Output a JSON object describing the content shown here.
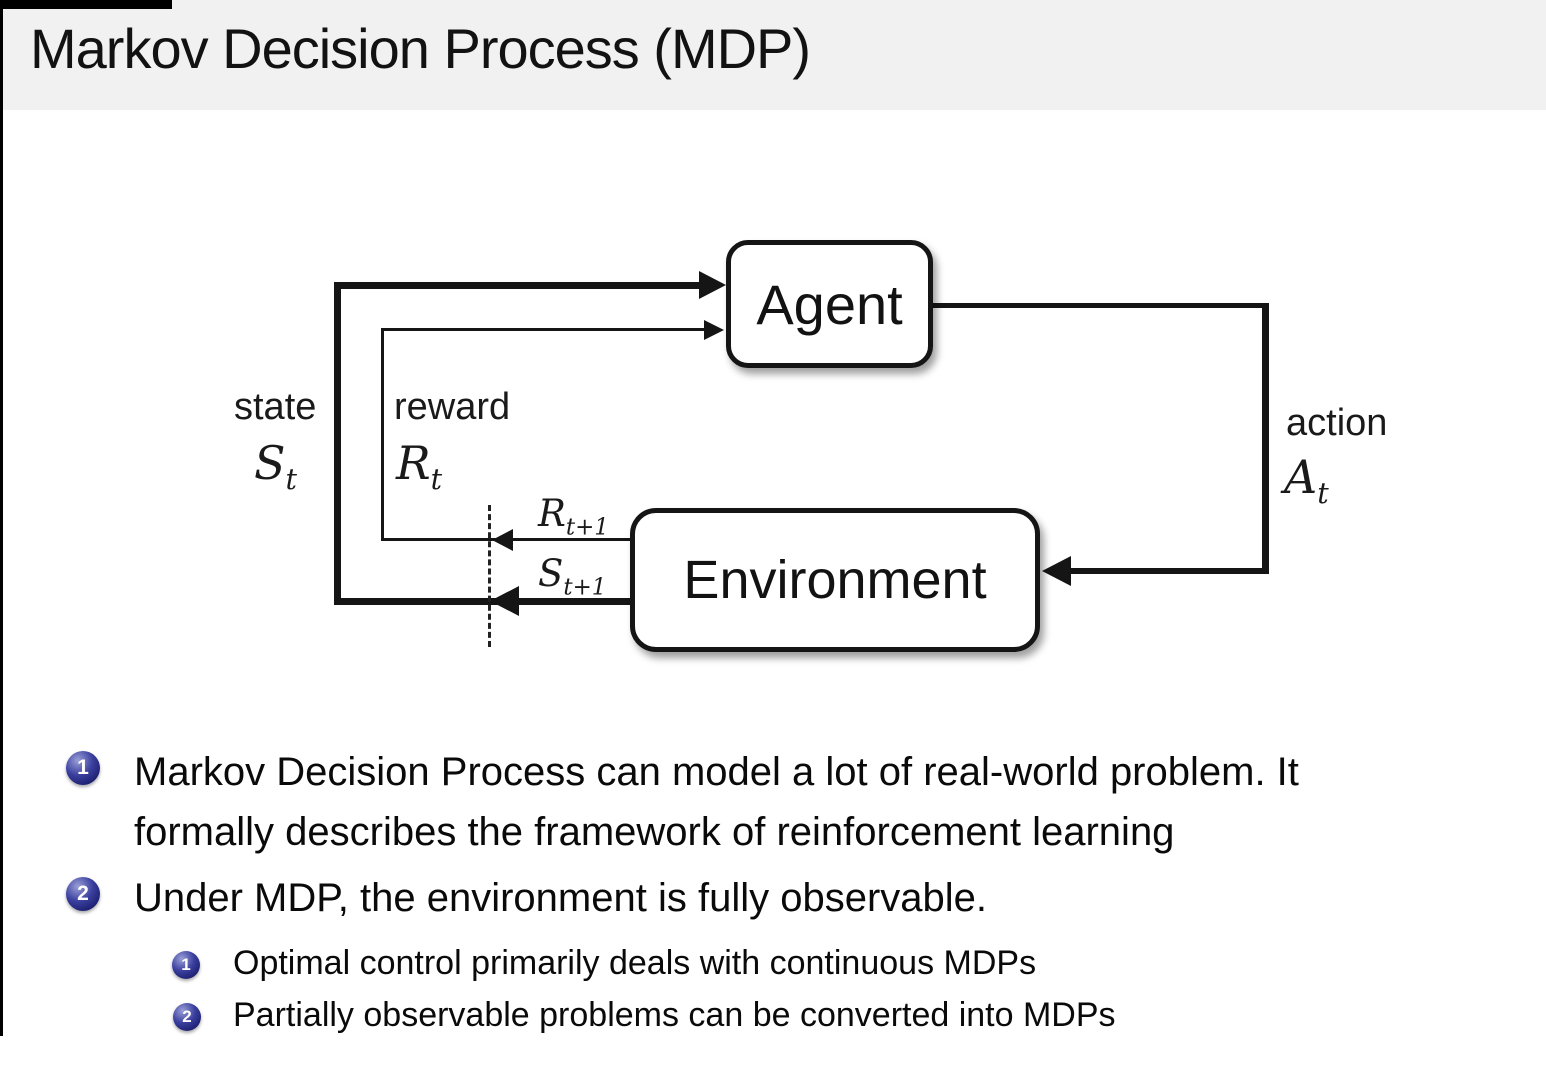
{
  "title": "Markov Decision Process (MDP)",
  "diagram": {
    "agent_label": "Agent",
    "environment_label": "Environment",
    "state_word": "state",
    "state_symbol": "S",
    "state_subscript": "t",
    "reward_word": "reward",
    "reward_symbol": "R",
    "reward_subscript": "t",
    "next_reward_symbol": "R",
    "next_reward_subscript": "t+1",
    "next_state_symbol": "S",
    "next_state_subscript": "t+1",
    "action_word": "action",
    "action_symbol": "A",
    "action_subscript": "t"
  },
  "bullets": [
    {
      "number": "1",
      "lines": [
        "Markov Decision Process can model a lot of real-world problem. It",
        "formally describes the framework of reinforcement learning"
      ]
    },
    {
      "number": "2",
      "lines": [
        "Under MDP, the environment is fully observable."
      ]
    }
  ],
  "sub_bullets": [
    {
      "number": "1",
      "text": "Optimal control primarily deals with continuous MDPs"
    },
    {
      "number": "2",
      "text": "Partially observable problems can be converted into MDPs"
    }
  ],
  "colors": {
    "title_band": "#f1f1f1",
    "badge_navy": "#1d2070",
    "line_black": "#151515"
  }
}
